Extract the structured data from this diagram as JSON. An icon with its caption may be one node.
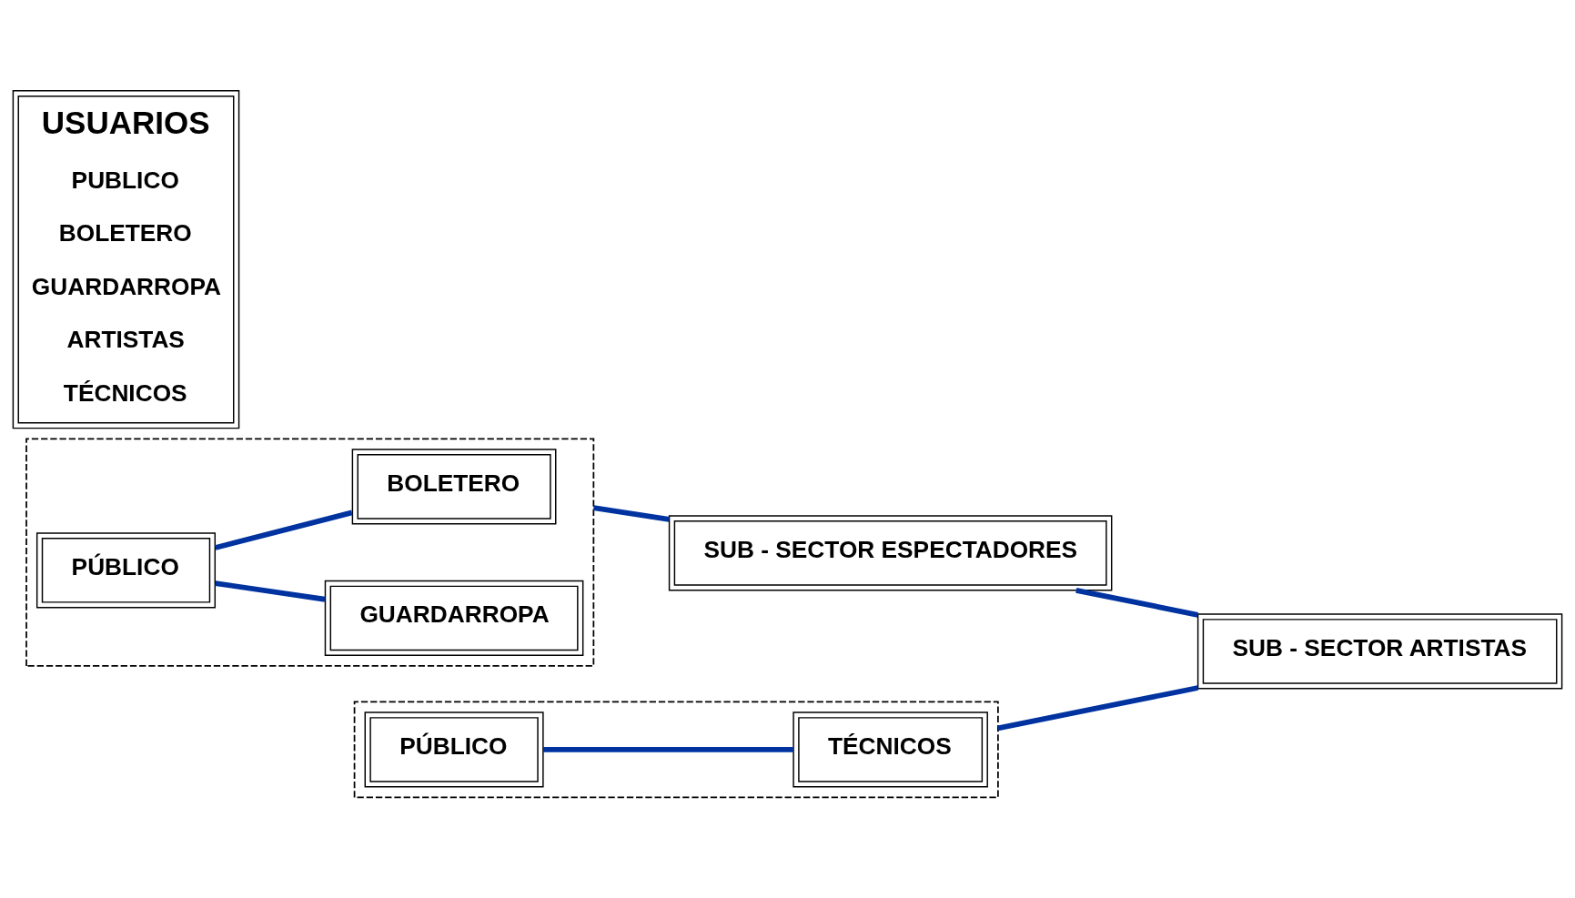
{
  "diagram": {
    "nodes": [
      {
        "text": [],
        "shape": "box"
      },
      {
        "text": [
          "PÚBLICO"
        ],
        "in": 0
      },
      {
        "text": [
          "GUARDARROPA"
        ],
        "in": 0
      },
      {
        "text": [
          "BOLETERO"
        ],
        "in": 0
      },
      {
        "text": [],
        "shape": "box"
      },
      {
        "text": [
          "PÚBLICO"
        ],
        "in": 4
      },
      {
        "text": [
          "TÉCNICOS"
        ],
        "in": 4
      },
      {
        "text": [
          "SUB - SECTOR ESPECTADORES"
        ]
      },
      {
        "text": [
          "SUB - SECTOR ARTISTAS"
        ]
      },
      {
        "text": [
          "USUARIOS",
          "PUBLICO",
          "BOLETERO",
          "GUARDARROPA",
          "ARTISTAS",
          "TÉCNICOS"
        ]
      }
    ],
    "edges": [
      {
        "from": 1,
        "to": 2,
        "arrow": "none"
      },
      {
        "from": 1,
        "to": 3,
        "arrow": "none"
      },
      {
        "from": 0,
        "to": 7,
        "arrow": "none"
      },
      {
        "from": 7,
        "to": 8,
        "arrow": "none"
      },
      {
        "from": 4,
        "to": 8,
        "arrow": "none"
      },
      {
        "from": 5,
        "to": 6,
        "arrow": "none"
      }
    ]
  }
}
